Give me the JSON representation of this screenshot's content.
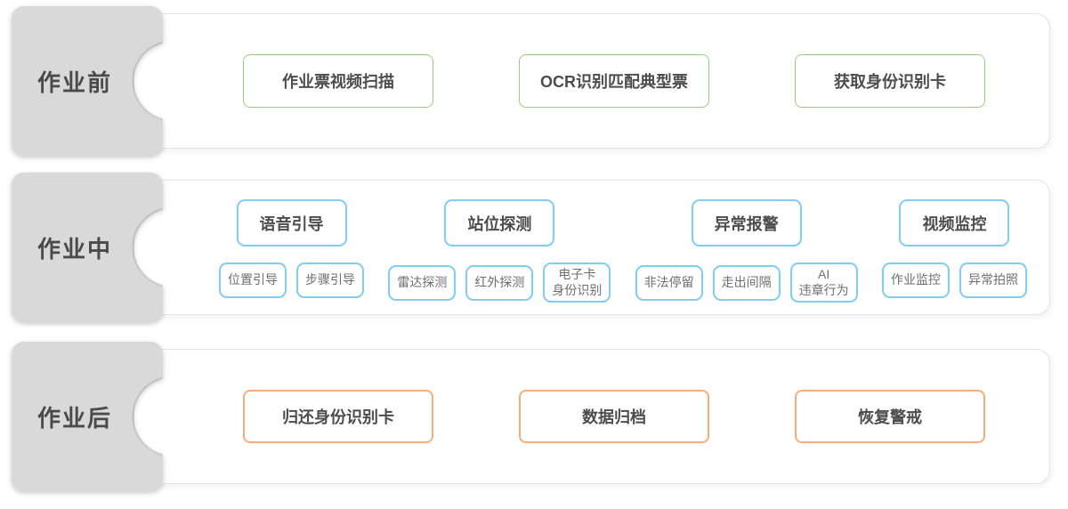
{
  "palette": {
    "tab_bg": "#d9d9d9",
    "panel_border": "#e4e4e4",
    "label_text": "#4a4a4a",
    "box_text": "#4d4d4d",
    "sub_text": "#6e6e6e"
  },
  "sections": [
    {
      "label": "作业前",
      "accent": "#9bcd77",
      "boxes": [
        "作业票视频扫描",
        "OCR识别匹配典型票",
        "获取身份识别卡"
      ]
    },
    {
      "label": "作业中",
      "accent": "#7ecdf2",
      "groups": [
        {
          "title": "语音引导",
          "children": [
            "位置引导",
            "步骤引导"
          ]
        },
        {
          "title": "站位探测",
          "children": [
            "雷达探测",
            "红外探测",
            "电子卡\n身份识别"
          ]
        },
        {
          "title": "异常报警",
          "children": [
            "非法停留",
            "走出间隔",
            "AI\n违章行为"
          ]
        },
        {
          "title": "视频监控",
          "children": [
            "作业监控",
            "异常拍照"
          ]
        }
      ]
    },
    {
      "label": "作业后",
      "accent": "#f9ad7a",
      "boxes": [
        "归还身份识别卡",
        "数据归档",
        "恢复警戒"
      ]
    }
  ]
}
